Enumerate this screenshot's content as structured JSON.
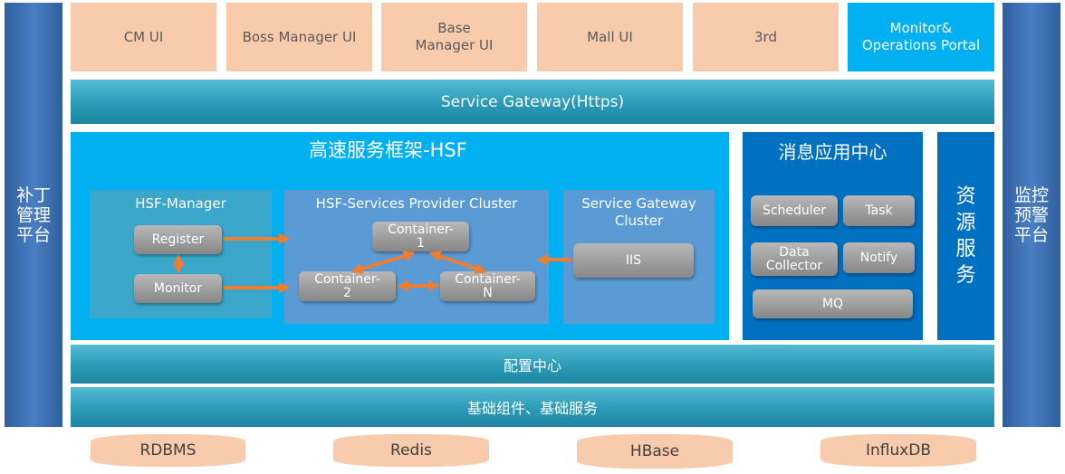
{
  "sidebars": {
    "left": [
      "补丁",
      "管理",
      "平台"
    ],
    "right": [
      "监控",
      "预警",
      "平台"
    ]
  },
  "top_boxes": {
    "cm_ui": "CM UI",
    "boss_manager_ui": "Boss Manager UI",
    "base_manager_ui": [
      "Base",
      "Manager UI"
    ],
    "mall_ui": "Mall UI",
    "third": "3rd",
    "monitor_portal": [
      "Monitor&",
      "Operations Portal"
    ]
  },
  "service_gateway": "Service Gateway(Https)",
  "hsf": {
    "title": "高速服务框架-HSF",
    "manager": {
      "title": "HSF-Manager",
      "register": "Register",
      "monitor": "Monitor"
    },
    "provider": {
      "title": "HSF-Services Provider Cluster",
      "container1": [
        "Container-",
        "1"
      ],
      "container2": [
        "Container-",
        "2"
      ],
      "containerN": [
        "Container-",
        "N"
      ]
    },
    "gateway_cluster": {
      "title": [
        "Service Gateway",
        "Cluster"
      ],
      "iis": "IIS"
    }
  },
  "message_center": {
    "title": "消息应用中心",
    "scheduler": "Scheduler",
    "task": "Task",
    "data_collector": [
      "Data",
      "Collector"
    ],
    "notify": "Notify",
    "mq": "MQ"
  },
  "resource_service": [
    "资",
    "源",
    "服",
    "务"
  ],
  "config_center": "配置中心",
  "base_components": "基础组件、基础服务",
  "databases": [
    "RDBMS",
    "Redis",
    "HBase",
    "InfluxDB"
  ],
  "colors": {
    "sidebar": "#3b6db3",
    "top_box": "#f8cbad",
    "portal": "#00b0f0",
    "bar": "#2b9ab6",
    "hsf": "#00b0f0",
    "message_center": "#0070c0",
    "arrow": "#ed7d31",
    "button": "#9a9a9a"
  }
}
